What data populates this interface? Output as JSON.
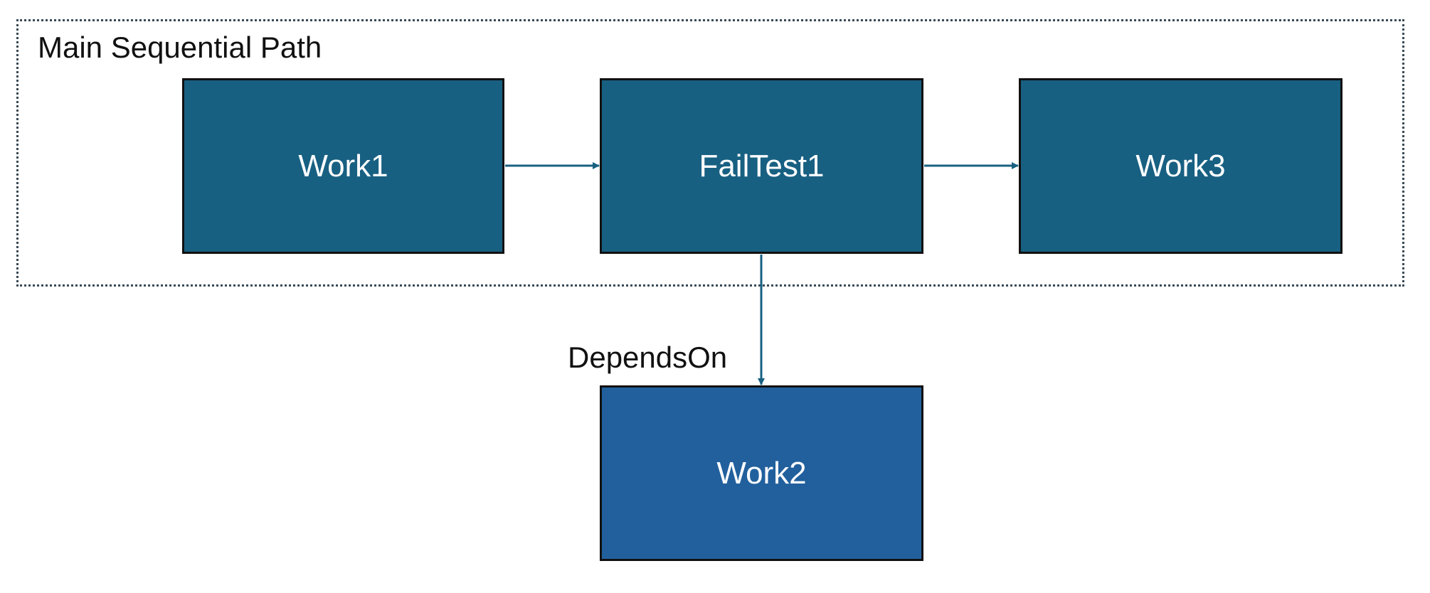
{
  "diagram": {
    "group": {
      "label": "Main Sequential Path"
    },
    "nodes": {
      "work1": "Work1",
      "failtest1": "FailTest1",
      "work3": "Work3",
      "work2": "Work2"
    },
    "edges": [
      {
        "from": "Work1",
        "to": "FailTest1",
        "label": ""
      },
      {
        "from": "FailTest1",
        "to": "Work3",
        "label": ""
      },
      {
        "from": "FailTest1",
        "to": "Work2",
        "label": "DependsOn"
      }
    ],
    "edge_label": "DependsOn"
  },
  "colors": {
    "node_fill": "#186082",
    "dependency_node_fill": "#22609d",
    "arrow": "#186082",
    "border": "#111111"
  }
}
